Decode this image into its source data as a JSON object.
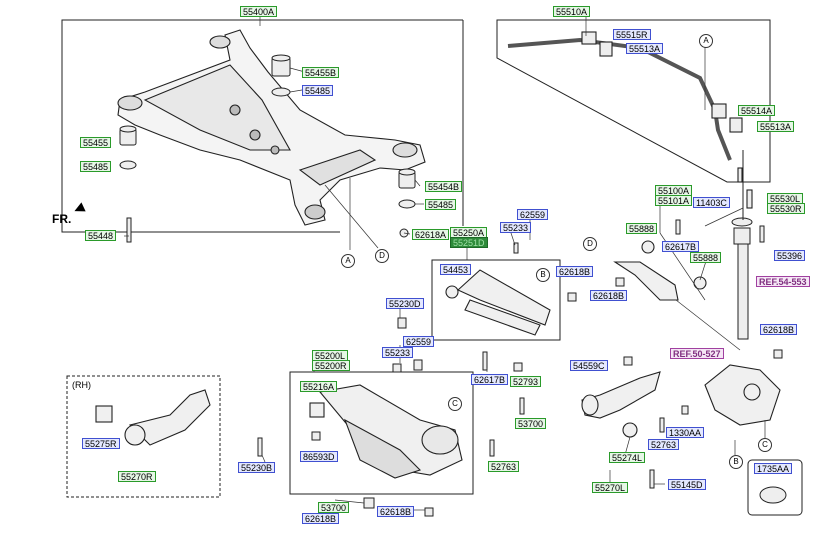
{
  "orientation_label": "FR.",
  "rh_label": "(RH)",
  "colors": {
    "green_label": "#2a9a2a",
    "blue_label": "#4050d0",
    "ref_label": "#a040a0"
  },
  "callouts": {
    "A": "A",
    "B": "B",
    "C": "C",
    "D": "D"
  },
  "parts": [
    {
      "id": "55400A",
      "code": "55400A",
      "style": "green"
    },
    {
      "id": "55455B",
      "code": "55455B",
      "style": "green"
    },
    {
      "id": "55485a",
      "code": "55485",
      "style": "blue"
    },
    {
      "id": "55455",
      "code": "55455",
      "style": "green"
    },
    {
      "id": "55485b",
      "code": "55485",
      "style": "green"
    },
    {
      "id": "55454B",
      "code": "55454B",
      "style": "green"
    },
    {
      "id": "55485c",
      "code": "55485",
      "style": "green"
    },
    {
      "id": "55448",
      "code": "55448",
      "style": "green"
    },
    {
      "id": "62618Aa",
      "code": "62618A",
      "style": "green"
    },
    {
      "id": "55250A",
      "code": "55250A",
      "style": "green"
    },
    {
      "id": "55251D",
      "code": "55251D",
      "style": "selected"
    },
    {
      "id": "62559a",
      "code": "62559",
      "style": "blue"
    },
    {
      "id": "55233a",
      "code": "55233",
      "style": "blue"
    },
    {
      "id": "54453",
      "code": "54453",
      "style": "blue"
    },
    {
      "id": "62618Ba",
      "code": "62618B",
      "style": "blue"
    },
    {
      "id": "55230D",
      "code": "55230D",
      "style": "blue"
    },
    {
      "id": "62559b",
      "code": "62559",
      "style": "blue"
    },
    {
      "id": "55233b",
      "code": "55233",
      "style": "blue"
    },
    {
      "id": "62617Ba",
      "code": "62617B",
      "style": "blue"
    },
    {
      "id": "55510A",
      "code": "55510A",
      "style": "green"
    },
    {
      "id": "55515R",
      "code": "55515R",
      "style": "blue"
    },
    {
      "id": "55513Aa",
      "code": "55513A",
      "style": "blue"
    },
    {
      "id": "55514A",
      "code": "55514A",
      "style": "green"
    },
    {
      "id": "55513Ab",
      "code": "55513A",
      "style": "green"
    },
    {
      "id": "55100A",
      "code": "55100A",
      "style": "green"
    },
    {
      "id": "55101A",
      "code": "55101A",
      "style": "green"
    },
    {
      "id": "11403C",
      "code": "11403C",
      "style": "blue"
    },
    {
      "id": "55530L",
      "code": "55530L",
      "style": "green"
    },
    {
      "id": "55530R",
      "code": "55530R",
      "style": "green"
    },
    {
      "id": "55888a",
      "code": "55888",
      "style": "green"
    },
    {
      "id": "62617Bb",
      "code": "62617B",
      "style": "blue"
    },
    {
      "id": "55888b",
      "code": "55888",
      "style": "green"
    },
    {
      "id": "55396",
      "code": "55396",
      "style": "blue"
    },
    {
      "id": "REF54553",
      "code": "REF.54-553",
      "style": "ref"
    },
    {
      "id": "62618Bb",
      "code": "62618B",
      "style": "blue"
    },
    {
      "id": "62618Bc",
      "code": "62618B",
      "style": "blue"
    },
    {
      "id": "REF50527",
      "code": "REF.50-527",
      "style": "ref"
    },
    {
      "id": "54559C",
      "code": "54559C",
      "style": "blue"
    },
    {
      "id": "55200L",
      "code": "55200L",
      "style": "green"
    },
    {
      "id": "55200R",
      "code": "55200R",
      "style": "green"
    },
    {
      "id": "55216A",
      "code": "55216A",
      "style": "green"
    },
    {
      "id": "86593D",
      "code": "86593D",
      "style": "blue"
    },
    {
      "id": "52793",
      "code": "52793",
      "style": "green"
    },
    {
      "id": "53700a",
      "code": "53700",
      "style": "green"
    },
    {
      "id": "52763a",
      "code": "52763",
      "style": "green"
    },
    {
      "id": "55230B",
      "code": "55230B",
      "style": "blue"
    },
    {
      "id": "53700b",
      "code": "53700",
      "style": "green"
    },
    {
      "id": "62618Bd",
      "code": "62618B",
      "style": "blue"
    },
    {
      "id": "62618Be",
      "code": "62618B",
      "style": "blue"
    },
    {
      "id": "55275R",
      "code": "55275R",
      "style": "blue"
    },
    {
      "id": "55270R",
      "code": "55270R",
      "style": "green"
    },
    {
      "id": "1330AA",
      "code": "1330AA",
      "style": "blue"
    },
    {
      "id": "52763b",
      "code": "52763",
      "style": "blue"
    },
    {
      "id": "55274L",
      "code": "55274L",
      "style": "green"
    },
    {
      "id": "55270L",
      "code": "55270L",
      "style": "green"
    },
    {
      "id": "55145D",
      "code": "55145D",
      "style": "blue"
    },
    {
      "id": "1735AA",
      "code": "1735AA",
      "style": "blue"
    }
  ]
}
